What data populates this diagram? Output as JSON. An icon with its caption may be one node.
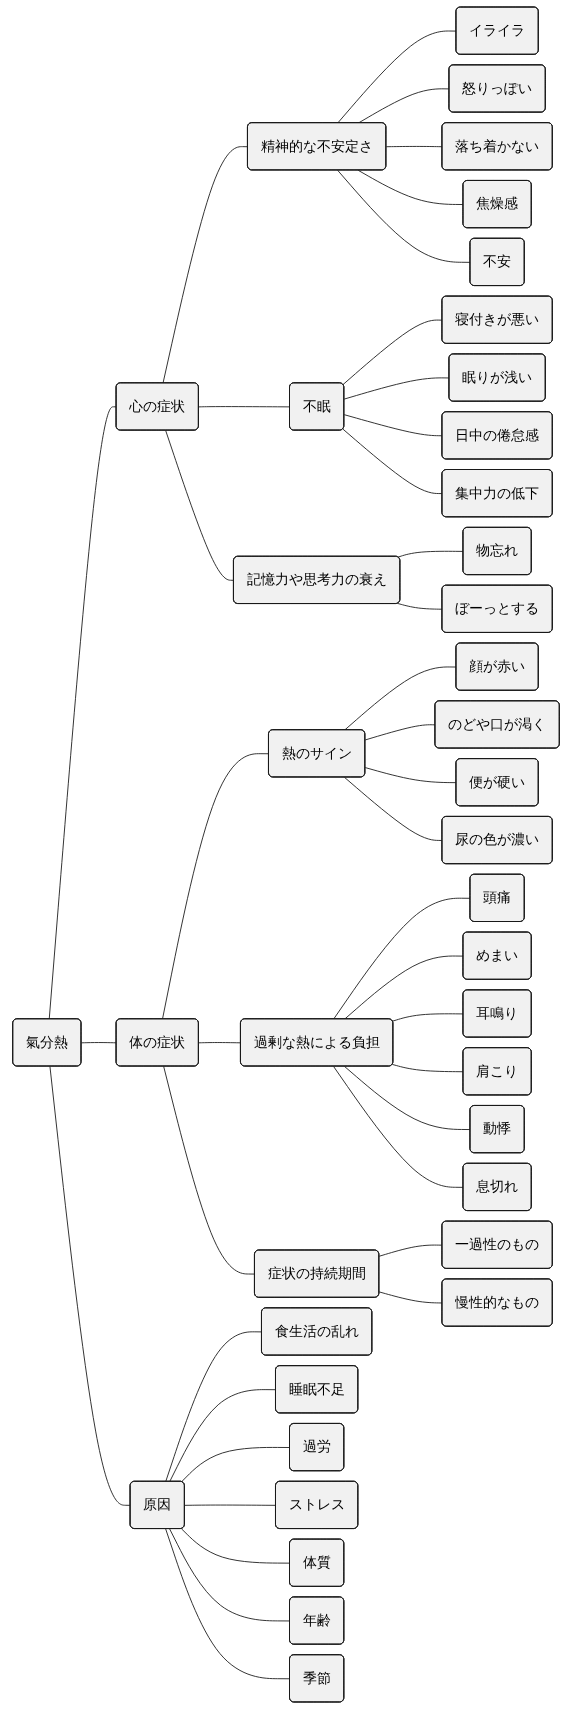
{
  "diagram": {
    "nodes": [
      {
        "text": [
          "氣分熱"
        ]
      },
      {
        "text": [
          "心の症状"
        ]
      },
      {
        "text": [
          "精神的な不安定さ"
        ]
      },
      {
        "text": [
          "イライラ"
        ]
      },
      {
        "text": [
          "怒りっぽい"
        ]
      },
      {
        "text": [
          "落ち着かない"
        ]
      },
      {
        "text": [
          "焦燥感"
        ]
      },
      {
        "text": [
          "不安"
        ]
      },
      {
        "text": [
          "不眠"
        ]
      },
      {
        "text": [
          "寝付きが悪い"
        ]
      },
      {
        "text": [
          "眠りが浅い"
        ]
      },
      {
        "text": [
          "日中の倦怠感"
        ]
      },
      {
        "text": [
          "集中力の低下"
        ]
      },
      {
        "text": [
          "記憶力や思考力の衰え"
        ]
      },
      {
        "text": [
          "物忘れ"
        ]
      },
      {
        "text": [
          "ぼーっとする"
        ]
      },
      {
        "text": [
          "体の症状"
        ]
      },
      {
        "text": [
          "熱のサイン"
        ]
      },
      {
        "text": [
          "顔が赤い"
        ]
      },
      {
        "text": [
          "のどや口が渇く"
        ]
      },
      {
        "text": [
          "便が硬い"
        ]
      },
      {
        "text": [
          "尿の色が濃い"
        ]
      },
      {
        "text": [
          "過剰な熱による負担"
        ]
      },
      {
        "text": [
          "頭痛"
        ]
      },
      {
        "text": [
          "めまい"
        ]
      },
      {
        "text": [
          "耳鳴り"
        ]
      },
      {
        "text": [
          "肩こり"
        ]
      },
      {
        "text": [
          "動悸"
        ]
      },
      {
        "text": [
          "息切れ"
        ]
      },
      {
        "text": [
          "症状の持続期間"
        ]
      },
      {
        "text": [
          "一過性のもの"
        ]
      },
      {
        "text": [
          "慢性的なもの"
        ]
      },
      {
        "text": [
          "原因"
        ]
      },
      {
        "text": [
          "食生活の乱れ"
        ]
      },
      {
        "text": [
          "睡眠不足"
        ]
      },
      {
        "text": [
          "過労"
        ]
      },
      {
        "text": [
          "ストレス"
        ]
      },
      {
        "text": [
          "体質"
        ]
      },
      {
        "text": [
          "年齢"
        ]
      },
      {
        "text": [
          "季節"
        ]
      }
    ],
    "edges": [
      {
        "from": 0,
        "to": 1,
        "arrow": "none"
      },
      {
        "from": 1,
        "to": 2,
        "arrow": "none"
      },
      {
        "from": 2,
        "to": 3,
        "arrow": "none"
      },
      {
        "from": 2,
        "to": 4,
        "arrow": "none"
      },
      {
        "from": 2,
        "to": 5,
        "arrow": "none"
      },
      {
        "from": 2,
        "to": 6,
        "arrow": "none"
      },
      {
        "from": 2,
        "to": 7,
        "arrow": "none"
      },
      {
        "from": 1,
        "to": 8,
        "arrow": "none"
      },
      {
        "from": 8,
        "to": 9,
        "arrow": "none"
      },
      {
        "from": 8,
        "to": 10,
        "arrow": "none"
      },
      {
        "from": 8,
        "to": 11,
        "arrow": "none"
      },
      {
        "from": 8,
        "to": 12,
        "arrow": "none"
      },
      {
        "from": 1,
        "to": 13,
        "arrow": "none"
      },
      {
        "from": 13,
        "to": 14,
        "arrow": "none"
      },
      {
        "from": 13,
        "to": 15,
        "arrow": "none"
      },
      {
        "from": 0,
        "to": 16,
        "arrow": "none"
      },
      {
        "from": 16,
        "to": 17,
        "arrow": "none"
      },
      {
        "from": 17,
        "to": 18,
        "arrow": "none"
      },
      {
        "from": 17,
        "to": 19,
        "arrow": "none"
      },
      {
        "from": 17,
        "to": 20,
        "arrow": "none"
      },
      {
        "from": 17,
        "to": 21,
        "arrow": "none"
      },
      {
        "from": 16,
        "to": 22,
        "arrow": "none"
      },
      {
        "from": 22,
        "to": 23,
        "arrow": "none"
      },
      {
        "from": 22,
        "to": 24,
        "arrow": "none"
      },
      {
        "from": 22,
        "to": 25,
        "arrow": "none"
      },
      {
        "from": 22,
        "to": 26,
        "arrow": "none"
      },
      {
        "from": 22,
        "to": 27,
        "arrow": "none"
      },
      {
        "from": 22,
        "to": 28,
        "arrow": "none"
      },
      {
        "from": 16,
        "to": 29,
        "arrow": "none"
      },
      {
        "from": 29,
        "to": 30,
        "arrow": "none"
      },
      {
        "from": 29,
        "to": 31,
        "arrow": "none"
      },
      {
        "from": 0,
        "to": 32,
        "arrow": "none"
      },
      {
        "from": 32,
        "to": 33,
        "arrow": "none"
      },
      {
        "from": 32,
        "to": 34,
        "arrow": "none"
      },
      {
        "from": 32,
        "to": 35,
        "arrow": "none"
      },
      {
        "from": 32,
        "to": 36,
        "arrow": "none"
      },
      {
        "from": 32,
        "to": 37,
        "arrow": "none"
      },
      {
        "from": 32,
        "to": 38,
        "arrow": "none"
      },
      {
        "from": 32,
        "to": 39,
        "arrow": "none"
      }
    ]
  }
}
